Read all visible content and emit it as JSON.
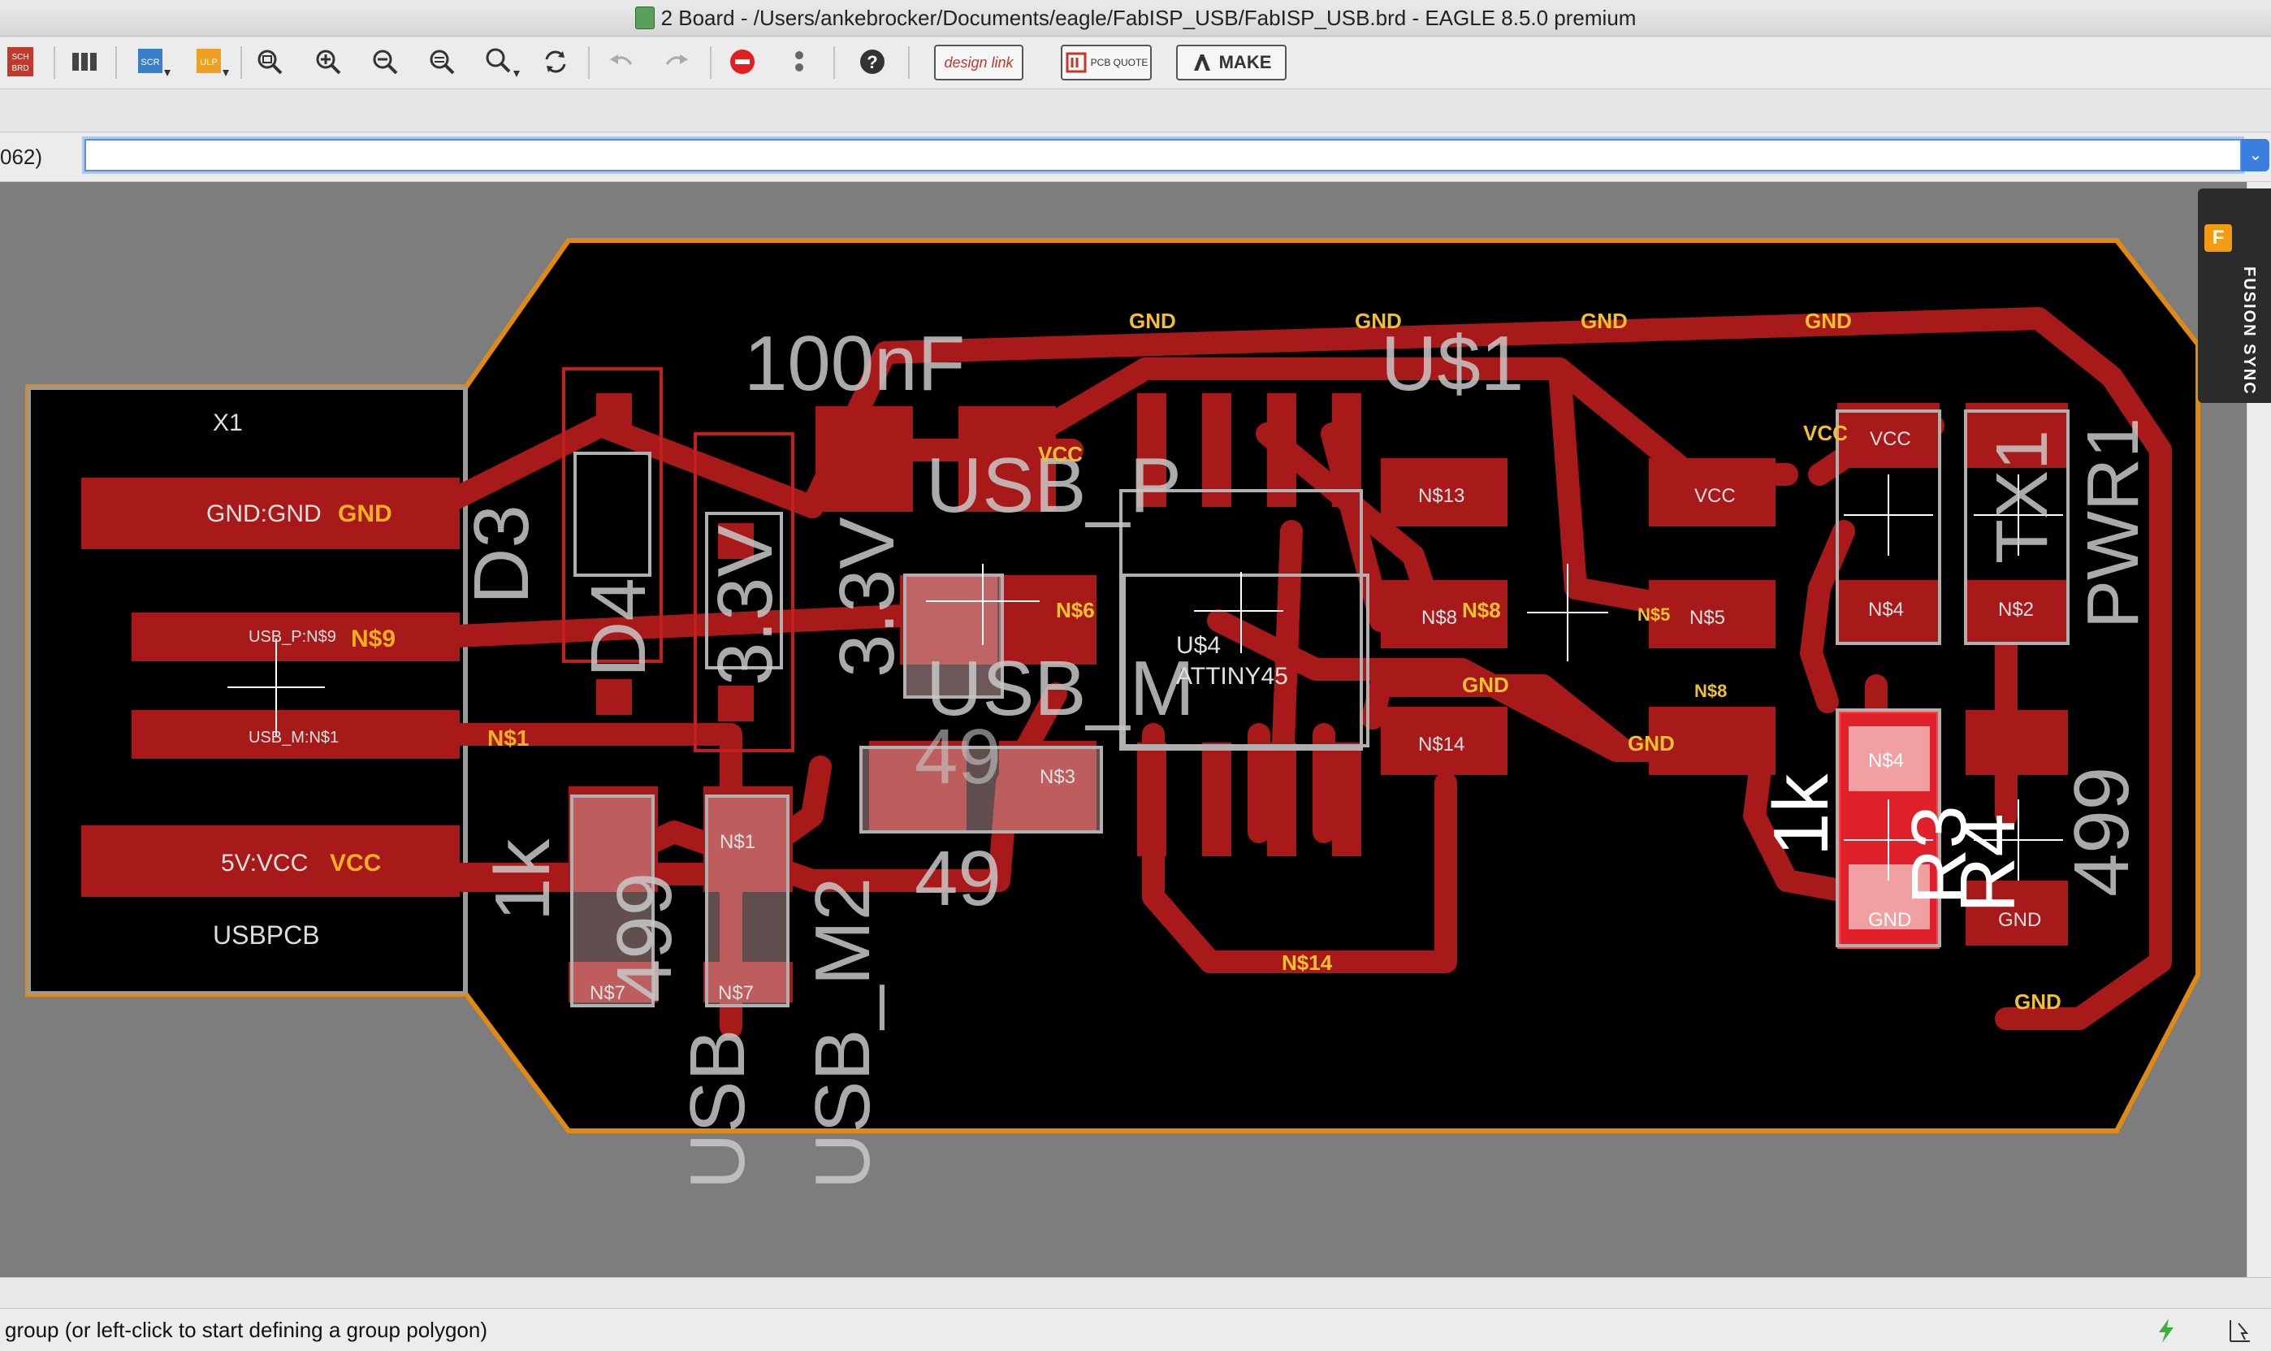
{
  "window": {
    "title": "2 Board - /Users/ankebrocker/Documents/eagle/FabISP_USB/FabISP_USB.brd - EAGLE 8.5.0 premium"
  },
  "toolbar": {
    "sch_brd_label": "SCH BRD",
    "scr_label": "SCR",
    "ulp_label": "ULP",
    "design_link_label": "design link",
    "pcb_quote_label": "PCB QUOTE",
    "make_label": "MAKE"
  },
  "command": {
    "coordinate": "062)",
    "value": ""
  },
  "side_panel": {
    "label": "FUSION SYNC"
  },
  "status": {
    "message": "group (or left-click to start defining a group polygon)"
  },
  "board": {
    "labels": {
      "x1": "X1",
      "usbpcb": "USBPCB",
      "gnd_pad": "GND:GND",
      "gnd": "GND",
      "usb_p": "USB_P:N$9",
      "n9": "N$9",
      "usb_m": "USB_M:N$1",
      "n1": "N$1",
      "vcc_pad": "5V:VCC",
      "vcc": "VCC",
      "d3": "D3",
      "d4": "D4",
      "v33": "3.3V",
      "v33b": "3.3V",
      "cap": "100nF",
      "usb_p_part": "USB_P",
      "usb_m_part": "USB_M",
      "usb_a": "USB",
      "usb_b": "USB_M2",
      "r49a": "49",
      "r49b": "49",
      "r1k": "1k",
      "r499": "499",
      "u1": "U$1",
      "u4": "U$4",
      "attiny": "ATTINY45",
      "n13": "N$13",
      "n8": "N$8",
      "n14": "N$14",
      "n5": "N$5",
      "n6": "N$6",
      "n7": "N$7",
      "n4": "N$4",
      "n2": "N$2",
      "n3": "N$3",
      "tx1": "TX1",
      "pwr1": "PWR1",
      "r3": "R3",
      "r4": "R4",
      "r1k2": "1k",
      "r499b": "499"
    }
  }
}
